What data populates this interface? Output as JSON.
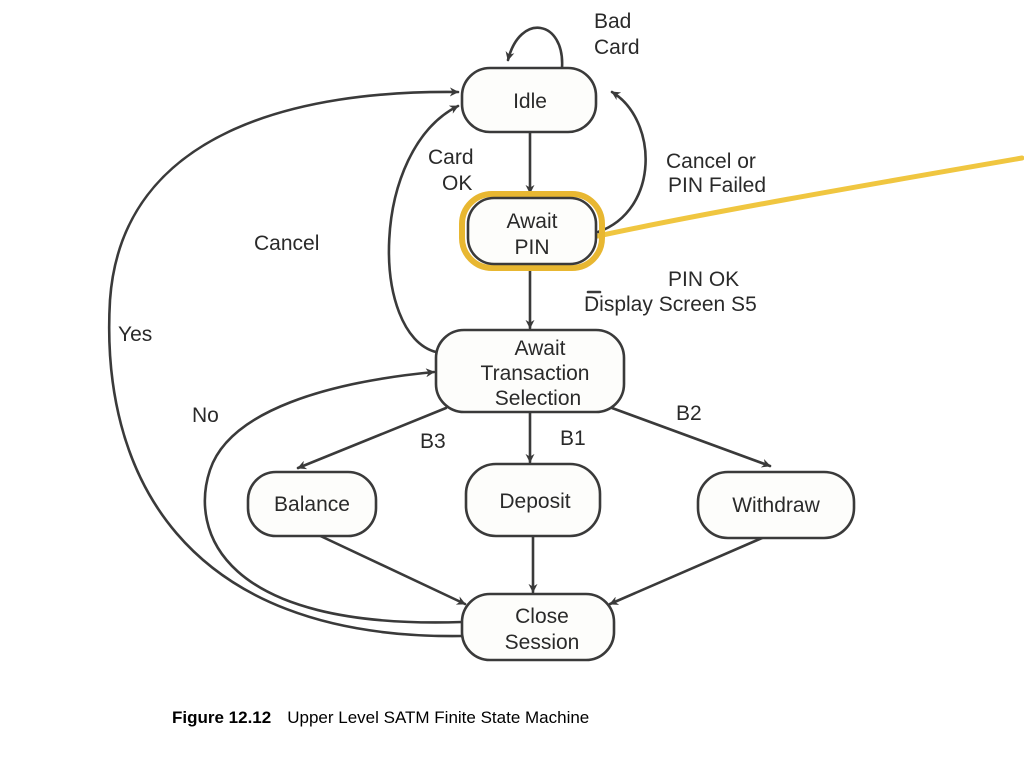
{
  "states": {
    "idle": "Idle",
    "await_pin": [
      "Await",
      "PIN"
    ],
    "await_transaction": [
      "Await",
      "Transaction",
      "Selection"
    ],
    "balance": "Balance",
    "deposit": "Deposit",
    "withdraw": "Withdraw",
    "close_session": [
      "Close",
      "Session"
    ]
  },
  "transitions": {
    "bad_card": [
      "Bad",
      "Card"
    ],
    "card_ok": [
      "Card",
      "OK"
    ],
    "cancel_or_pin_failed": [
      "Cancel or",
      "PIN Failed"
    ],
    "pin_ok": [
      "PIN OK",
      "Display Screen S5"
    ],
    "cancel": "Cancel",
    "yes": "Yes",
    "no": "No",
    "b1": "B1",
    "b2": "B2",
    "b3": "B3"
  },
  "caption": {
    "number": "Figure 12.12",
    "text": "Upper Level SATM Finite State Machine"
  },
  "colors": {
    "ink": "#3a3a3a",
    "highlight": "#e8b731"
  }
}
